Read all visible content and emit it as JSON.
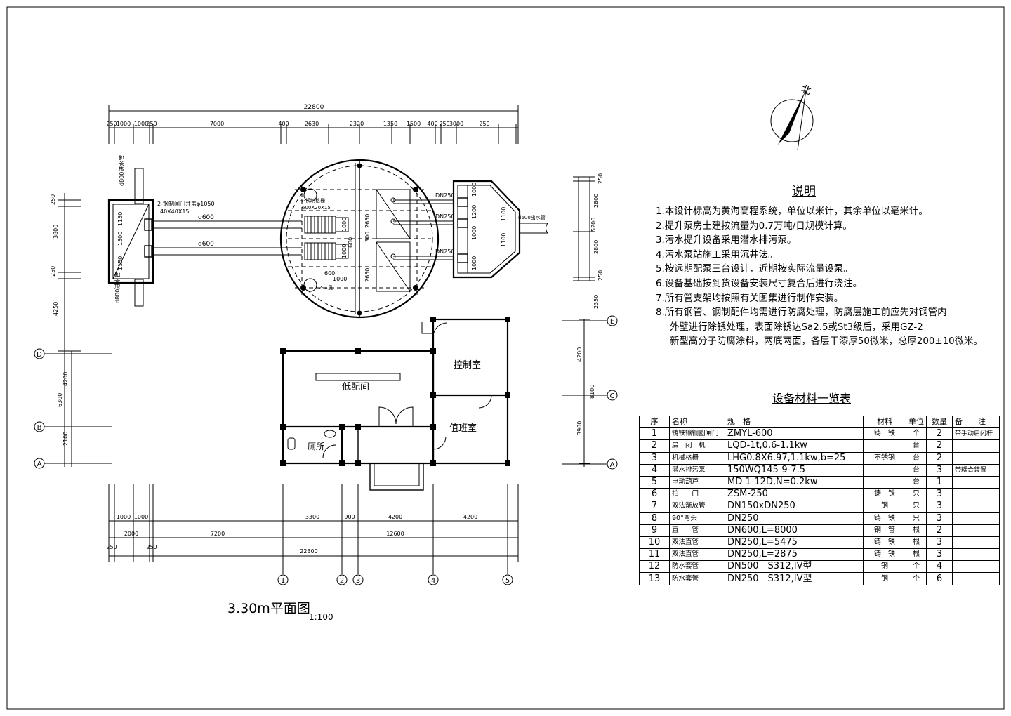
{
  "notes": {
    "title": "说明",
    "items": [
      "1.本设计标高为黄海高程系统，单位以米计，其余单位以毫米计。",
      "2.提升泵房土建按流量为0.7万吨/日规模计算。",
      "3.污水提升设备采用潜水排污泵。",
      "4.污水泵站施工采用沉井法。",
      "5.按远期配泵三台设计，近期按实际流量设泵。",
      "6.设备基础按到货设备安装尺寸复合后进行浇注。",
      "7.所有管支架均按照有关图集进行制作安装。",
      "8.所有钢管、钢制配件均需进行防腐处理，防腐层施工前应先对钢管内"
    ],
    "item8_cont1": "外壁进行除锈处理，表面除锈达Sa2.5或St3级后，采用GZ-2",
    "item8_cont2": "新型高分子防腐涂料，两底两面，各层干漆厚50微米，总厚200±10微米。"
  },
  "table": {
    "title": "设备材料一览表",
    "header": {
      "no": "序",
      "name": "名称",
      "spec": "规　格",
      "material": "材料",
      "unit": "单位",
      "qty": "数量",
      "remark": "备　　注"
    },
    "rows": [
      {
        "no": "1",
        "name": "铸铁镶铜圆闸门",
        "spec": "ZMYL-600",
        "material": "铸　铁",
        "unit": "个",
        "qty": "2",
        "remark": "带手动启闭杆"
      },
      {
        "no": "2",
        "name": "启　闭　机",
        "spec": "LQD-1t,0.6-1.1kw",
        "material": "",
        "unit": "台",
        "qty": "2",
        "remark": ""
      },
      {
        "no": "3",
        "name": "机械格栅",
        "spec": "LHG0.8X6.97,1.1kw,b=25",
        "material": "不锈钢",
        "unit": "台",
        "qty": "2",
        "remark": ""
      },
      {
        "no": "4",
        "name": "潜水排污泵",
        "spec": "150WQ145-9-7.5",
        "material": "",
        "unit": "台",
        "qty": "3",
        "remark": "带耦合装置"
      },
      {
        "no": "5",
        "name": "电动葫芦",
        "spec": "MD 1-12D,N=0.2kw",
        "material": "",
        "unit": "台",
        "qty": "1",
        "remark": ""
      },
      {
        "no": "6",
        "name": "拍　　门",
        "spec": "ZSM-250",
        "material": "铸　铁",
        "unit": "只",
        "qty": "3",
        "remark": ""
      },
      {
        "no": "7",
        "name": "双法渐放管",
        "spec": "DN150xDN250",
        "material": "钢",
        "unit": "只",
        "qty": "3",
        "remark": ""
      },
      {
        "no": "8",
        "name": "90°弯头",
        "spec": "DN250",
        "material": "铸　铁",
        "unit": "只",
        "qty": "3",
        "remark": ""
      },
      {
        "no": "9",
        "name": "直　　管",
        "spec": "DN600,L=8000",
        "material": "钢　管",
        "unit": "根",
        "qty": "2",
        "remark": ""
      },
      {
        "no": "10",
        "name": "双法直管",
        "spec": "DN250,L=5475",
        "material": "铸　铁",
        "unit": "根",
        "qty": "3",
        "remark": ""
      },
      {
        "no": "11",
        "name": "双法直管",
        "spec": "DN250,L=2875",
        "material": "铸　铁",
        "unit": "根",
        "qty": "3",
        "remark": ""
      },
      {
        "no": "12",
        "name": "防水套管",
        "spec": "DN500　S312,IV型",
        "material": "钢",
        "unit": "个",
        "qty": "4",
        "remark": ""
      },
      {
        "no": "13",
        "name": "防水套管",
        "spec": "DN250　S312,IV型",
        "material": "钢",
        "unit": "个",
        "qty": "6",
        "remark": ""
      }
    ]
  },
  "plan": {
    "title": "3.30m平面图",
    "scale": "1:100",
    "north": "北",
    "top_total": "22800",
    "top_dims": [
      "250",
      "1000",
      "1000",
      "250",
      "7000",
      "400",
      "2630",
      "2320",
      "1350",
      "1500",
      "400",
      "250",
      "3000",
      "250"
    ],
    "bottom_dims_row1": [
      "1000",
      "1000",
      "3300",
      "900",
      "4200",
      "4200"
    ],
    "bottom_dims_row2": [
      "2000",
      "7200",
      "12600"
    ],
    "bottom_dims_row3": [
      "250",
      "250"
    ],
    "bottom_total": "22300",
    "left_dims": [
      "250",
      "3800",
      "250",
      "4250",
      "4200",
      "2100",
      "6300"
    ],
    "right_dims": [
      "250",
      "2800",
      "2800",
      "250",
      "5200",
      "2350",
      "4200",
      "3900",
      "8100"
    ],
    "axes_x": [
      "1",
      "2",
      "3",
      "4",
      "5"
    ],
    "axes_y_left": [
      "D",
      "B",
      "A"
    ],
    "axes_y_right": [
      "E",
      "C",
      "A"
    ],
    "rooms": {
      "low_dist": "低配间",
      "control": "控制室",
      "duty": "值班室",
      "toilet": "厕所"
    },
    "pipe_labels": {
      "d600_a": "d600",
      "d600_b": "d600",
      "dn250_1": "DN250",
      "dn250_2": "DN250",
      "dn250_3": "DN250",
      "d600_out": "d600出水管",
      "d800_in": "d800进水管",
      "d800_in2": "d800进水管"
    },
    "inner_dims": [
      "1150",
      "1500",
      "1150",
      "2650",
      "2650",
      "300",
      "1000",
      "1200",
      "1000",
      "1100",
      "1100",
      "1000",
      "1000",
      "1000",
      "600",
      "600",
      "1000"
    ],
    "equip_labels": {
      "gate_desc": "2-钢制闸门井盖φ1050",
      "gate_size": "40Χ40Χ15",
      "grille_desc": "4-钢制格栅",
      "grille_size": "600Χ20Χ15",
      "lift": "2-人孔"
    }
  }
}
